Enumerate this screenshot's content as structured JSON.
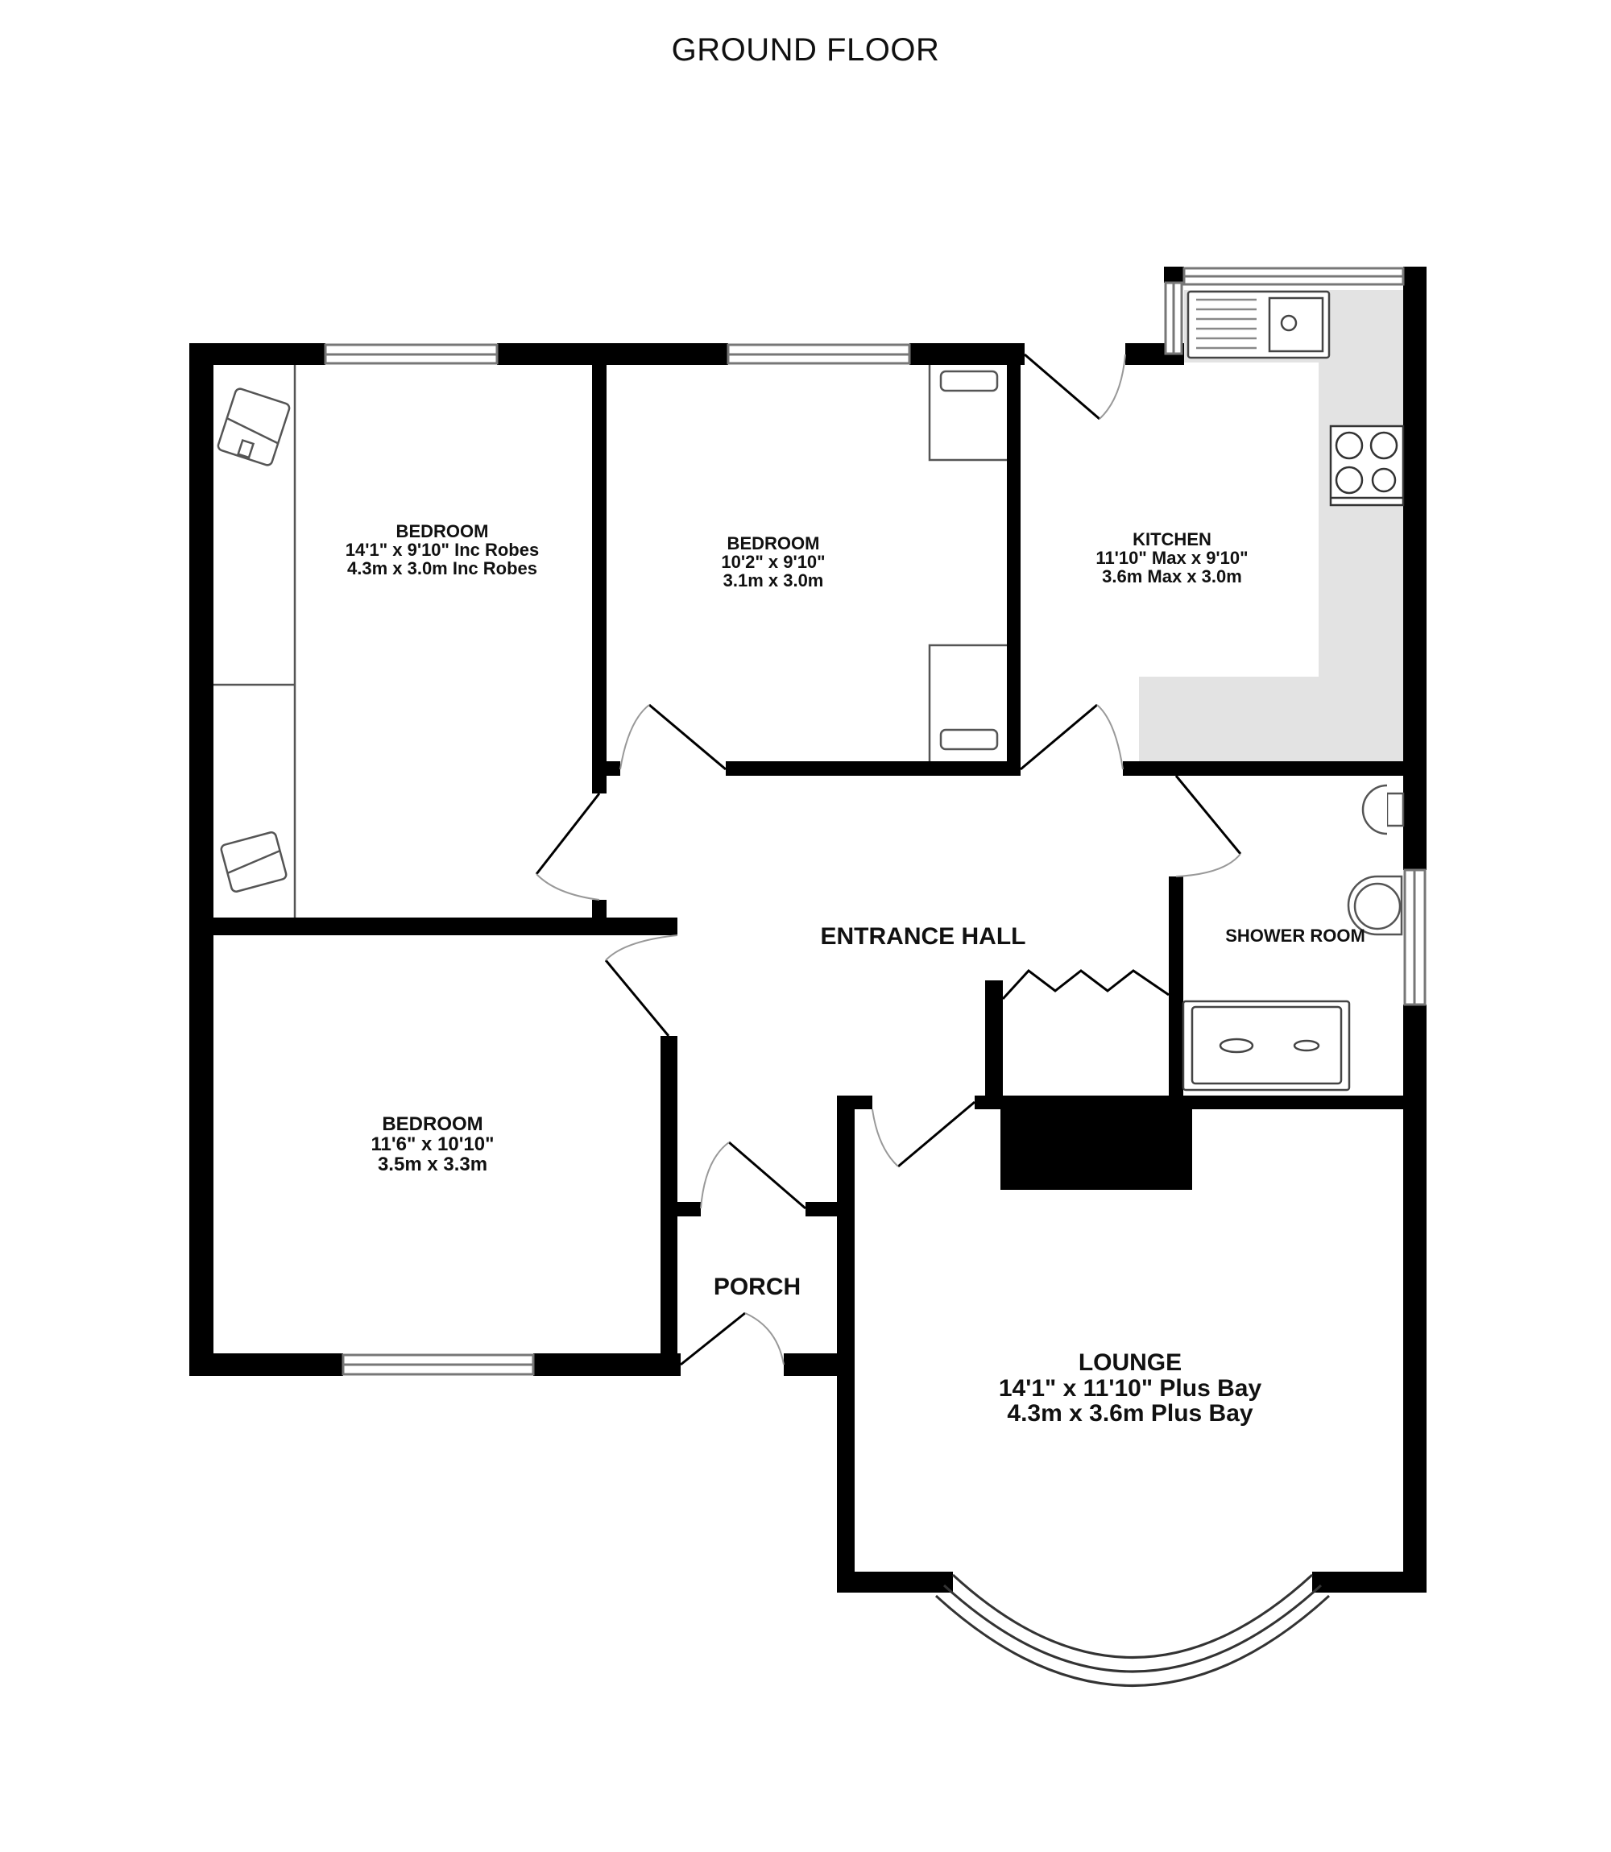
{
  "title": "GROUND FLOOR",
  "colors": {
    "wall": "#000000",
    "kitchen_worktop": "#e3e3e3",
    "window": "#ffffff",
    "fixture_stroke": "#555555"
  },
  "rooms": [
    {
      "id": "bedroom1",
      "name": "BEDROOM",
      "imperial": "14'1\"  x 9'10\" Inc Robes",
      "metric": "4.3m  x 3.0m Inc Robes"
    },
    {
      "id": "bedroom2",
      "name": "BEDROOM",
      "imperial": "10'2\"  x 9'10\"",
      "metric": "3.1m  x 3.0m"
    },
    {
      "id": "kitchen",
      "name": "KITCHEN",
      "imperial": "11'10\" Max x 9'10\"",
      "metric": "3.6m Max x 3.0m"
    },
    {
      "id": "entrance_hall",
      "name": "ENTRANCE HALL"
    },
    {
      "id": "shower_room",
      "name": "SHOWER ROOM"
    },
    {
      "id": "bedroom3",
      "name": "BEDROOM",
      "imperial": "11'6\"  x 10'10\"",
      "metric": "3.5m  x 3.3m"
    },
    {
      "id": "porch",
      "name": "PORCH"
    },
    {
      "id": "lounge",
      "name": "LOUNGE",
      "imperial": "14'1\"  x 11'10\" Plus Bay",
      "metric": "4.3m  x 3.6m Plus Bay"
    }
  ],
  "fixtures": [
    "sink-drainer",
    "hob",
    "toilet",
    "wash-basin",
    "shower-tray",
    "wardrobe-hangers",
    "bay-window",
    "chimney-breast",
    "bifold-cupboard-doors"
  ]
}
